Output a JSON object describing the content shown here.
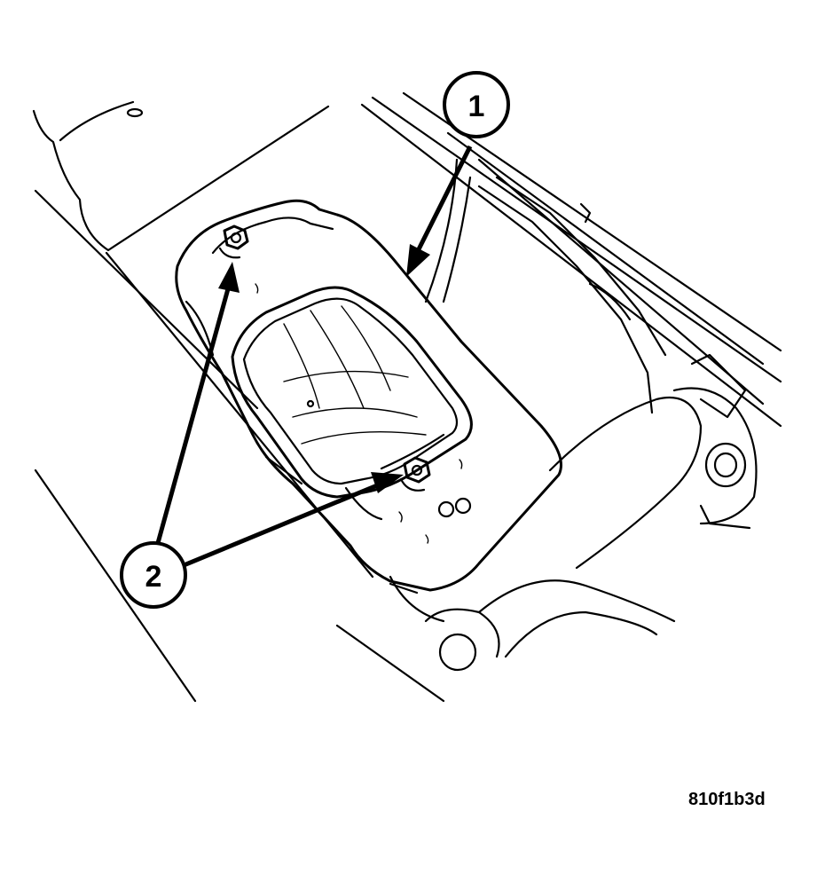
{
  "callouts": [
    {
      "label": "1"
    },
    {
      "label": "2"
    }
  ],
  "figure_id": "810f1b3d"
}
